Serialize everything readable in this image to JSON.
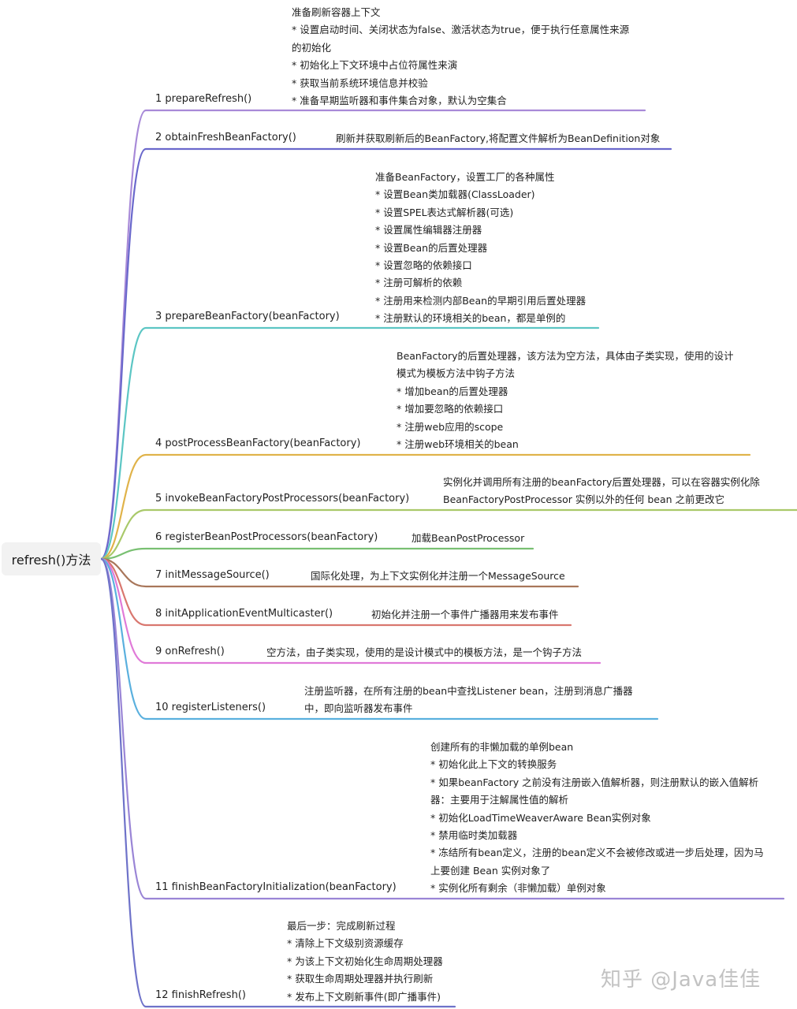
{
  "root": {
    "label": "refresh()方法"
  },
  "branches": [
    {
      "label": "1 prepareRefresh()",
      "color": "#a88ad8",
      "description": [
        "准备刷新容器上下文",
        "* 设置启动时间、关闭状态为false、激活状态为true，便于执行任意属性来源",
        "的初始化",
        "* 初始化上下文环境中占位符属性来演",
        "* 获取当前系统环境信息并校验",
        "* 准备早期监听器和事件集合对象，默认为空集合"
      ]
    },
    {
      "label": "2 obtainFreshBeanFactory()",
      "color": "#6a68cc",
      "description": [
        "刷新并获取刷新后的BeanFactory,将配置文件解析为BeanDefinition对象"
      ]
    },
    {
      "label": "3 prepareBeanFactory(beanFactory)",
      "color": "#5cc6c4",
      "description": [
        "准备BeanFactory，设置工厂的各种属性",
        "* 设置Bean类加载器(ClassLoader)",
        "* 设置SPEL表达式解析器(可选)",
        "* 设置属性编辑器注册器",
        "* 设置Bean的后置处理器",
        "* 设置忽略的依赖接口",
        "* 注册可解析的依赖",
        "* 注册用来检测内部Bean的早期引用后置处理器",
        "* 注册默认的环境相关的bean，都是单例的"
      ]
    },
    {
      "label": "4 postProcessBeanFactory(beanFactory)",
      "color": "#e0b34a",
      "description": [
        "BeanFactory的后置处理器，该方法为空方法，具体由子类实现，使用的设计",
        "模式为模板方法中钩子方法",
        "* 增加bean的后置处理器",
        "* 增加要忽略的依赖接口",
        "* 注册web应用的scope",
        "* 注册web环境相关的bean"
      ]
    },
    {
      "label": "5 invokeBeanFactoryPostProcessors(beanFactory)",
      "color": "#a9c96a",
      "description": [
        "实例化并调用所有注册的beanFactory后置处理器，可以在容器实例化除",
        "BeanFactoryPostProcessor 实例以外的任何 bean 之前更改它"
      ]
    },
    {
      "label": "6 registerBeanPostProcessors(beanFactory)",
      "color": "#79c072",
      "description": [
        "加载BeanPostProcessor"
      ]
    },
    {
      "label": "7 initMessageSource()",
      "color": "#a8765a",
      "description": [
        "国际化处理，为上下文实例化并注册一个MessageSource"
      ]
    },
    {
      "label": "8 initApplicationEventMulticaster()",
      "color": "#d9776f",
      "description": [
        "初始化并注册一个事件广播器用来发布事件"
      ]
    },
    {
      "label": "9 onRefresh()",
      "color": "#e07ad8",
      "description": [
        "空方法，由子类实现，使用的是设计模式中的模板方法，是一个钩子方法"
      ]
    },
    {
      "label": "10 registerListeners()",
      "color": "#5ab0de",
      "description": [
        "注册监听器，在所有注册的bean中查找Listener bean，注册到消息广播器",
        "中，即向监听器发布事件"
      ]
    },
    {
      "label": "11 finishBeanFactoryInitialization(beanFactory)",
      "color": "#9a85d6",
      "description": [
        "创建所有的非懒加载的单例bean",
        "* 初始化此上下文的转换服务",
        "* 如果beanFactory 之前没有注册嵌入值解析器，则注册默认的嵌入值解析",
        "器：主要用于注解属性值的解析",
        "* 初始化LoadTimeWeaverAware Bean实例对象",
        "* 禁用临时类加载器",
        "* 冻结所有bean定义，注册的bean定义不会被修改或进一步后处理，因为马",
        "上要创建 Bean 实例对象了",
        "* 实例化所有剩余（非懒加载）单例对象"
      ]
    },
    {
      "label": "12 finishRefresh()",
      "color": "#6e72c9",
      "description": [
        "最后一步：完成刷新过程",
        "* 清除上下文级别资源缓存",
        "* 为该上下文初始化生命周期处理器",
        "* 获取生命周期处理器并执行刷新",
        "* 发布上下文刷新事件(即广播事件)"
      ]
    }
  ],
  "watermark": {
    "text": "知乎 @Java佳佳"
  }
}
